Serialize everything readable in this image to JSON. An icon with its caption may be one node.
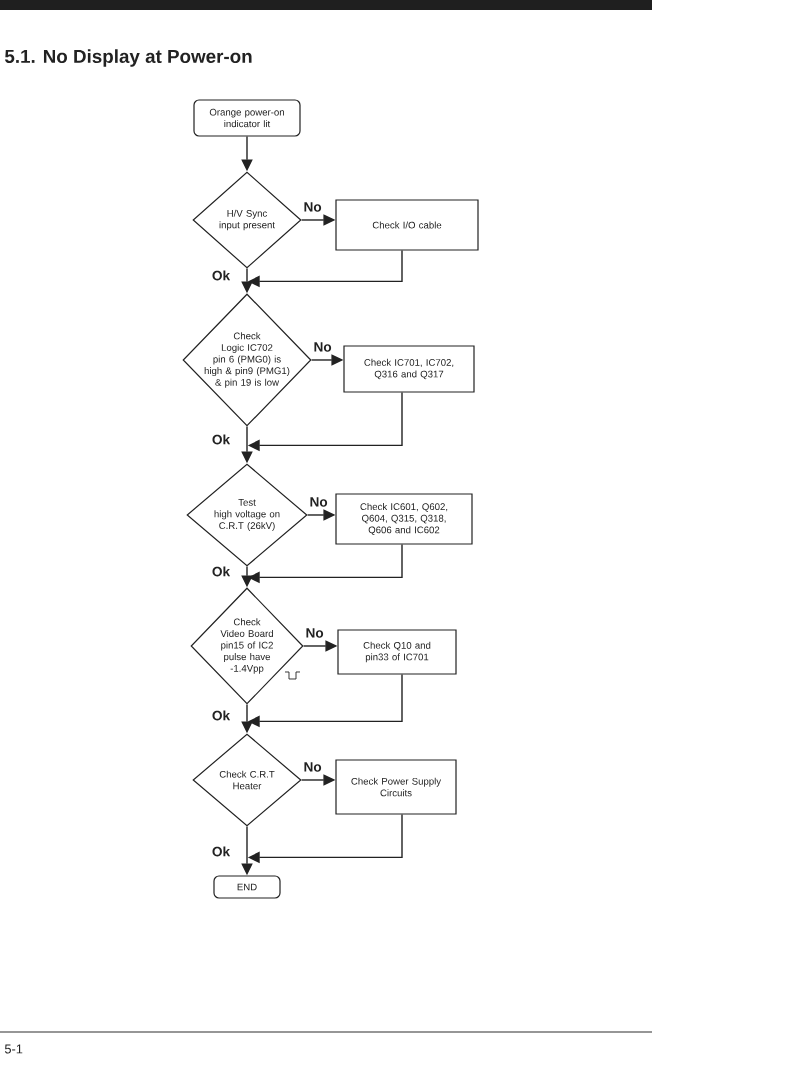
{
  "diagram": {
    "title": "5.1. No Display at Power-on",
    "nodes": [
      {
        "text": [
          "Orange power-on indicator lit"
        ]
      },
      {
        "text": [
          "H/V Sync input present"
        ]
      },
      {
        "text": [
          "Check I/O cable"
        ]
      },
      {
        "text": [
          "Check Logic IC702 pin 6 (PMG0) is high & pin9 (PMG1) & pin 19 is low"
        ]
      },
      {
        "text": [
          "Check IC701, IC702, Q316 and Q317"
        ]
      },
      {
        "text": [
          "Test high voltage on C.R.T (26kV)"
        ]
      },
      {
        "text": [
          "Check IC601, Q602, Q604, Q315, Q318, Q606 and IC602"
        ]
      },
      {
        "text": [
          "Check Video Board pin15 of IC2 pulse have -1.4Vpp"
        ]
      },
      {
        "text": [
          "Check Q10 and pin33 of IC701"
        ]
      },
      {
        "text": [
          "Check C.R.T Heater"
        ]
      },
      {
        "text": [
          "Check Power Supply Circuits"
        ]
      },
      {
        "text": [
          "END"
        ]
      }
    ],
    "edges": [
      {
        "from": 0,
        "to": 1,
        "arrow": "to"
      },
      {
        "from": 1,
        "to": 2,
        "arrow": "to",
        "label": "No"
      },
      {
        "from": 1,
        "to": 3,
        "arrow": "to",
        "label": "Ok"
      },
      {
        "from": 2,
        "to": 3,
        "arrow": "to"
      },
      {
        "from": 3,
        "to": 4,
        "arrow": "to",
        "label": "No"
      },
      {
        "from": 3,
        "to": 5,
        "arrow": "to",
        "label": "Ok"
      },
      {
        "from": 4,
        "to": 5,
        "arrow": "to"
      },
      {
        "from": 5,
        "to": 6,
        "arrow": "to",
        "label": "No"
      },
      {
        "from": 5,
        "to": 7,
        "arrow": "to",
        "label": "Ok"
      },
      {
        "from": 6,
        "to": 7,
        "arrow": "to"
      },
      {
        "from": 7,
        "to": 8,
        "arrow": "to",
        "label": "No"
      },
      {
        "from": 7,
        "to": 9,
        "arrow": "to",
        "label": "Ok"
      },
      {
        "from": 8,
        "to": 9,
        "arrow": "to"
      },
      {
        "from": 9,
        "to": 10,
        "arrow": "to",
        "label": "No"
      },
      {
        "from": 9,
        "to": 11,
        "arrow": "to",
        "label": "Ok"
      },
      {
        "from": 10,
        "to": 11,
        "arrow": "to"
      }
    ],
    "labels": [
      "5-1"
    ]
  }
}
